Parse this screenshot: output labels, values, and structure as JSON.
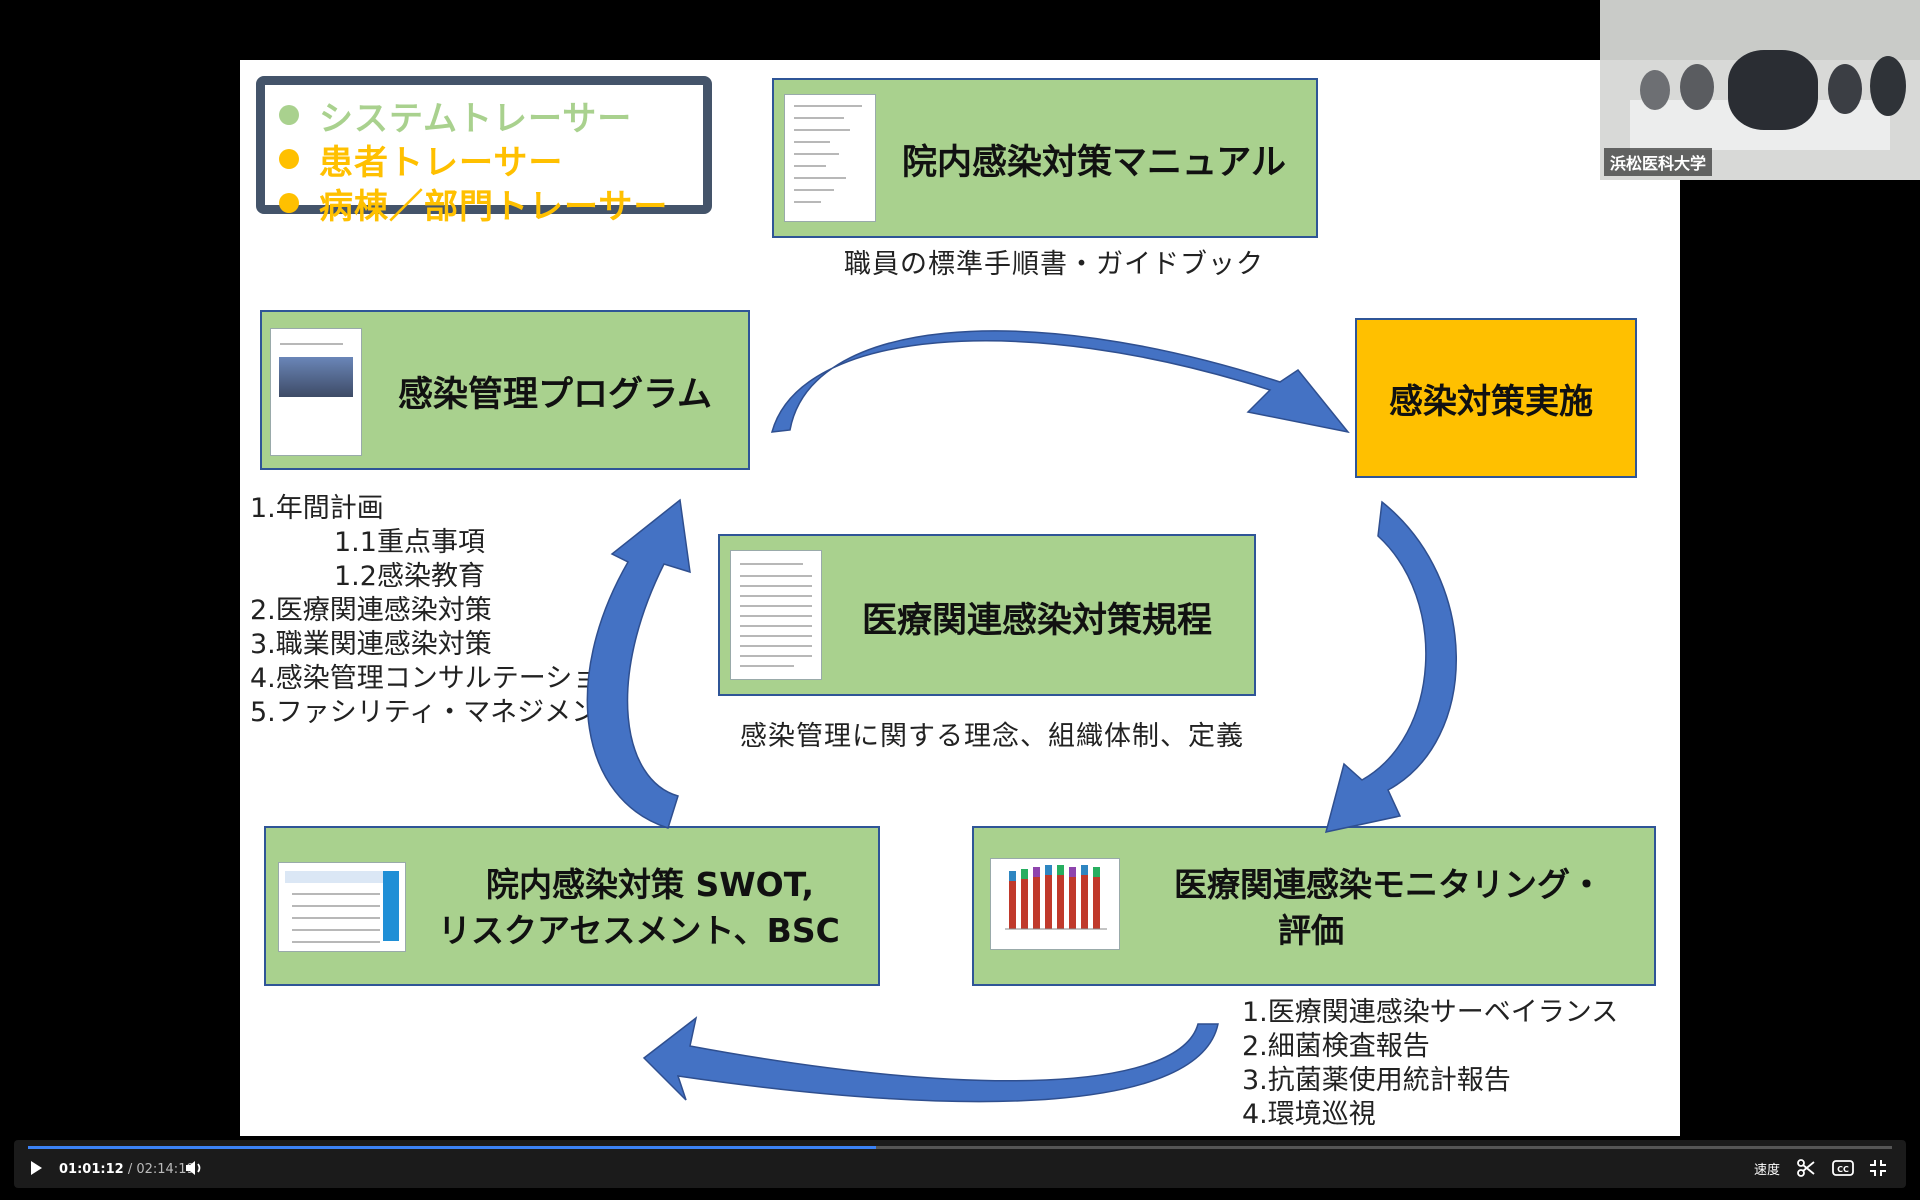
{
  "legend": {
    "items": [
      {
        "label": "システムトレーサー",
        "color": "#a9d18e"
      },
      {
        "label": "患者トレーサー",
        "color": "#ffc000"
      },
      {
        "label": "病棟／部門トレーサー",
        "color": "#ffc000"
      }
    ]
  },
  "manual": {
    "title": "院内感染対策マニュアル",
    "caption": "職員の標準手順書・ガイドブック"
  },
  "program": {
    "title": "感染管理プログラム"
  },
  "implementation": {
    "title": "感染対策実施"
  },
  "regulations": {
    "title": "医療関連感染対策規程",
    "caption": "感染管理に関する理念、組織体制、定義"
  },
  "program_list": [
    "1.年間計画",
    "1.1重点事項",
    "1.2感染教育",
    "2.医療関連感染対策",
    "3.職業関連感染対策",
    "4.感染管理コンサルテーション",
    "5.ファシリティ・マネジメント"
  ],
  "swot": {
    "title_line1": "院内感染対策 SWOT,",
    "title_line2": "リスクアセスメント、BSC"
  },
  "monitoring": {
    "title_line1": "医療関連感染モニタリング・",
    "title_line2": "評価"
  },
  "monitoring_list": [
    "1.医療関連感染サーベイランス",
    "2.細菌検査報告",
    "3.抗菌薬使用統計報告",
    "4.環境巡視"
  ],
  "webcam": {
    "label": "浜松医科大学"
  },
  "player": {
    "current_time": "01:01:12",
    "separator": "/",
    "duration": "02:14:19",
    "speed_label": "速度",
    "progress": 0.455
  }
}
